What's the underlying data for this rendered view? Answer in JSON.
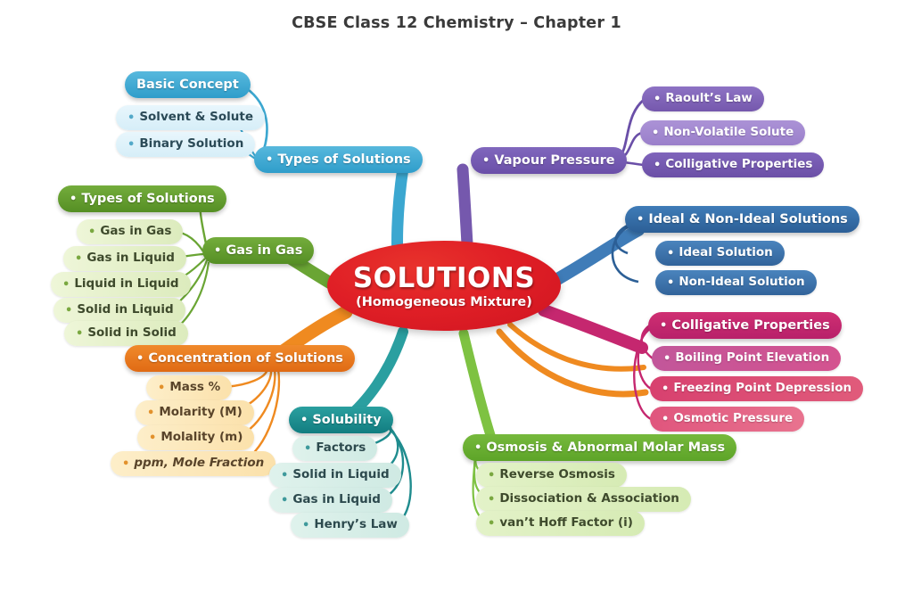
{
  "title": "CBSE Class 12 Chemistry – Chapter 1",
  "center": {
    "label": "SOLUTIONS",
    "sublabel": "(Homogeneous Mixture)",
    "color": "#e01f26"
  },
  "bullet": "•",
  "branches": [
    {
      "id": "types-of-solutions",
      "color": "#2f9dca",
      "parent": {
        "label": "Types of Solutions",
        "has_bullet": true
      },
      "children": [
        {
          "label": "Basic Concept",
          "has_bullet": false,
          "style": "parent"
        },
        {
          "label": "Solvent & Solute",
          "has_bullet": true
        },
        {
          "label": "Binary Solution",
          "has_bullet": true
        }
      ]
    },
    {
      "id": "gas-in-gas",
      "color": "#558f24",
      "parent": {
        "label": "Gas in Gas",
        "has_bullet": true
      },
      "children": [
        {
          "label": "Types of Solutions",
          "has_bullet": true,
          "style": "parent"
        },
        {
          "label": "Gas in Gas",
          "has_bullet": true
        },
        {
          "label": "Gas in Liquid",
          "has_bullet": true
        },
        {
          "label": "Liquid in Liquid",
          "has_bullet": true
        },
        {
          "label": "Solid in Liquid",
          "has_bullet": true
        },
        {
          "label": "Solid in Solid",
          "has_bullet": true
        }
      ]
    },
    {
      "id": "concentration-of-solutions",
      "color": "#e06a14",
      "parent": {
        "label": "Concentration of Solutions",
        "has_bullet": true
      },
      "children": [
        {
          "label": "Mass %",
          "has_bullet": true
        },
        {
          "label": "Molarity (M)",
          "has_bullet": true
        },
        {
          "label": "Molality (m)",
          "has_bullet": true
        },
        {
          "label": "ppm, Mole Fraction",
          "has_bullet": true,
          "italic": true
        }
      ]
    },
    {
      "id": "solubility",
      "color": "#127d80",
      "parent": {
        "label": "Solubility",
        "has_bullet": true
      },
      "children": [
        {
          "label": "Factors",
          "has_bullet": true
        },
        {
          "label": "Solid in Liquid",
          "has_bullet": true
        },
        {
          "label": "Gas in Liquid",
          "has_bullet": true
        },
        {
          "label": "Henry’s Law",
          "has_bullet": true
        }
      ]
    },
    {
      "id": "osmosis-abnormal-molar-mass",
      "color": "#5da428",
      "parent": {
        "label": "Osmosis & Abnormal Molar Mass",
        "has_bullet": true
      },
      "children": [
        {
          "label": "Reverse Osmosis",
          "has_bullet": true
        },
        {
          "label": "Dissociation & Association",
          "has_bullet": true
        },
        {
          "label": "van’t Hoff Factor (i)",
          "has_bullet": true
        }
      ]
    },
    {
      "id": "colligative-properties",
      "color": "#b8206a",
      "parent": {
        "label": "Colligative Properties",
        "has_bullet": true
      },
      "children": [
        {
          "label": "Boiling Point Elevation",
          "has_bullet": true
        },
        {
          "label": "Freezing Point Depression",
          "has_bullet": true
        },
        {
          "label": "Osmotic Pressure",
          "has_bullet": true
        }
      ]
    },
    {
      "id": "ideal-non-ideal-solutions",
      "color": "#2c5f96",
      "parent": {
        "label": "Ideal & Non-Ideal Solutions",
        "has_bullet": true
      },
      "children": [
        {
          "label": "Ideal Solution",
          "has_bullet": true
        },
        {
          "label": "Non-Ideal Solution",
          "has_bullet": true
        }
      ]
    },
    {
      "id": "vapour-pressure",
      "color": "#6a4fa8",
      "parent": {
        "label": "Vapour Pressure",
        "has_bullet": true
      },
      "children": [
        {
          "label": "Raoult’s Law",
          "has_bullet": true
        },
        {
          "label": "Non-Volatile Solute",
          "has_bullet": true
        },
        {
          "label": "Colligative Properties",
          "has_bullet": true
        }
      ]
    }
  ]
}
